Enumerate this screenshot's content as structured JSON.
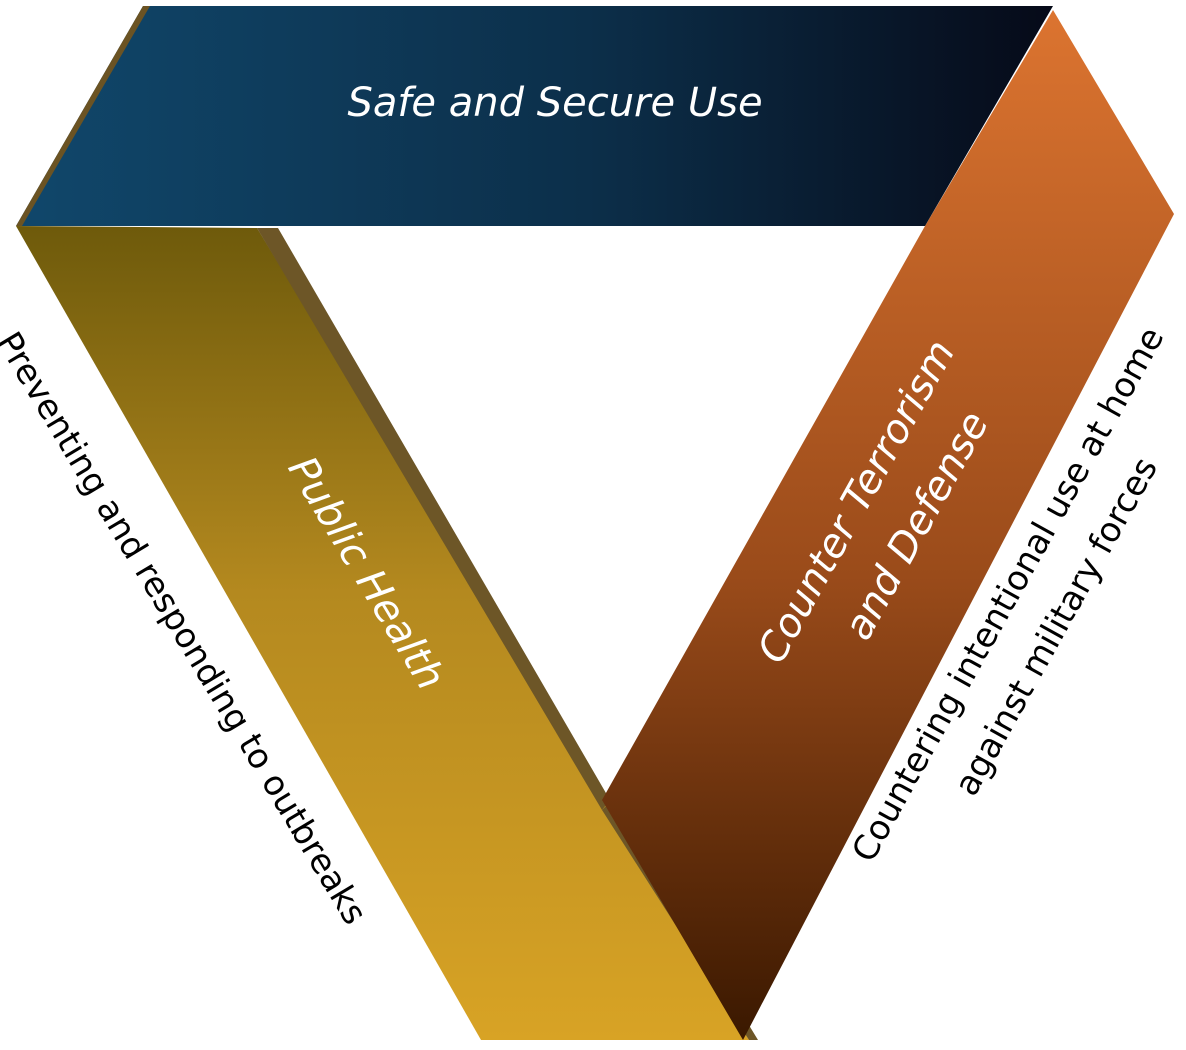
{
  "diagram": {
    "top_band": {
      "label": "Safe and Secure Use",
      "color_start": "#10476b",
      "color_end": "#060a18"
    },
    "left_band": {
      "label": "Public Health",
      "caption": "Preventing and responding to outbreaks",
      "color_start": "#6e5a0b",
      "color_end": "#d8a325",
      "edge_color": "#6d5627"
    },
    "right_band": {
      "label_line1": "Counter Terrorism",
      "label_line2": "and Defense",
      "caption_line1": "Countering intentional use at home",
      "caption_line2": "against military forces",
      "color_start": "#3a1800",
      "color_end": "#dc7430"
    }
  }
}
